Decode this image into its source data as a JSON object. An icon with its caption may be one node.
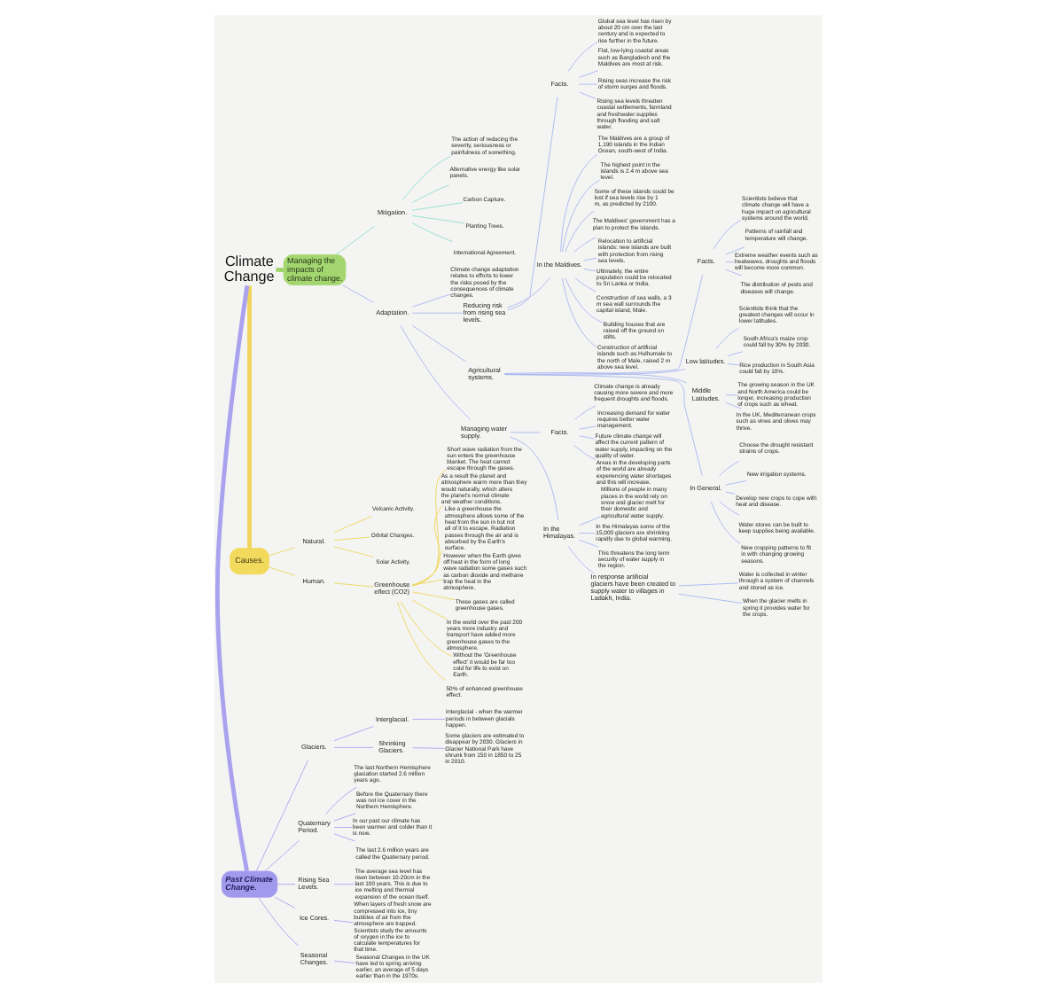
{
  "diagram": {
    "nodes": [
      {
        "text": [
          "Climate Change"
        ]
      },
      {
        "text": [
          "Causes."
        ]
      },
      {
        "text": [
          "Natural."
        ]
      },
      {
        "text": [
          "Volcanic Activity."
        ]
      },
      {
        "text": [
          "Orbital Changes."
        ]
      },
      {
        "text": [
          "Solar Activity."
        ]
      },
      {
        "text": [
          "Human."
        ]
      },
      {
        "text": [
          "Greenhouse effect (CO2)"
        ]
      },
      {
        "text": [
          "Short wave radiation from the sun enters the greenhouse blanket. The heat cannot escape through the gases."
        ]
      },
      {
        "text": [
          "As a result the planet and atmosphere warm more than they would naturally, which alters the planet's normal climate and weather conditions."
        ]
      },
      {
        "text": [
          "Like a greenhouse the atmosphere allows some of the heat from the sun in but not all of it to escape. Radiation passes through the air and is absorbed by the Earth's surface."
        ]
      },
      {
        "text": [
          "However when the Earth gives off heat in the form of long wave radiation some gases such as carbon dioxide and methane trap the heat in the atmosphere."
        ]
      },
      {
        "text": [
          "These gases are called greenhouse gases."
        ]
      },
      {
        "text": [
          "In the world over the past 200 years more industry and transport have added more greenhouse gases to the atmosphere."
        ]
      },
      {
        "text": [
          "Without the 'Greenhouse effect' it would be far too cold for life to exist on Earth."
        ]
      },
      {
        "text": [
          "50% of enhanced greenhouse effect."
        ]
      },
      {
        "text": [
          "Managing the impacts of climate change."
        ]
      },
      {
        "text": [
          "Mitigation."
        ]
      },
      {
        "text": [
          "The action of reducing the severity, seriousness or painfulness of something."
        ]
      },
      {
        "text": [
          "Alternative energy like solar panels."
        ]
      },
      {
        "text": [
          "Carbon Capture."
        ]
      },
      {
        "text": [
          "Planting Trees."
        ]
      },
      {
        "text": [
          "International Agreement."
        ]
      },
      {
        "text": [
          "Adaptation."
        ]
      },
      {
        "text": [
          "Climate change adaptation relates to efforts to lower the risks posed by the consequences of climate changes."
        ]
      },
      {
        "text": [
          "Reducing risk from rising sea levels."
        ]
      },
      {
        "text": [
          "Facts."
        ]
      },
      {
        "text": [
          "Global sea level has risen by about 20 cm over the last century and is expected to rise further in the future."
        ]
      },
      {
        "text": [
          "Flat, low-lying coastal areas such as Bangladesh and the Maldives are most at risk."
        ]
      },
      {
        "text": [
          "Rising seas increase the risk of storm surges and floods."
        ]
      },
      {
        "text": [
          "Rising sea levels threaten coastal settlements, farmland and freshwater supplies through flooding and salt water."
        ]
      },
      {
        "text": [
          "In the Maldives."
        ]
      },
      {
        "text": [
          "The Maldives are a group of 1,190 islands in the Indian Ocean, south-west of India."
        ]
      },
      {
        "text": [
          "The highest point in the islands is 2.4 m above sea level."
        ]
      },
      {
        "text": [
          "Some of these islands could be lost if sea levels rise by 1 m, as predicted by 2100."
        ]
      },
      {
        "text": [
          "The Maldives' government has a plan to protect the islands."
        ]
      },
      {
        "text": [
          "Relocation to artificial islands: new islands are built with protection from rising sea levels."
        ]
      },
      {
        "text": [
          "Ultimately, the entire population could be relocated to Sri Lanka or India."
        ]
      },
      {
        "text": [
          "Construction of sea walls, a 3 m sea wall surrounds the capital island, Male."
        ]
      },
      {
        "text": [
          "Building houses that are raised off the ground on stilts."
        ]
      },
      {
        "text": [
          "Construction of artificial islands such as Hulhumale to the north of Male, raised 2 m above sea level."
        ]
      },
      {
        "text": [
          "Agricultural systems."
        ]
      },
      {
        "text": [
          "Facts."
        ]
      },
      {
        "text": [
          "Scientists believe that climate change will have a huge impact on agricultural systems around the world."
        ]
      },
      {
        "text": [
          "Patterns of rainfall and temperature will change."
        ]
      },
      {
        "text": [
          "Extreme weather events such as heatwaves, droughts and floods will become more common."
        ]
      },
      {
        "text": [
          "The distribution of pests and diseases will change."
        ]
      },
      {
        "text": [
          "Low latitudes."
        ]
      },
      {
        "text": [
          "Scientists think that the greatest changes will occur in lower latitudes."
        ]
      },
      {
        "text": [
          "South Africa's maize crop could fall by 30% by 2030."
        ]
      },
      {
        "text": [
          "Rice production in South Asia could fall by 10%."
        ]
      },
      {
        "text": [
          "Middle Latitudes."
        ]
      },
      {
        "text": [
          "The growing season in the UK and North America could be longer, increasing production of crops such as wheat."
        ]
      },
      {
        "text": [
          "In the UK, Mediterranean crops such as vines and olives may thrive."
        ]
      },
      {
        "text": [
          "In General."
        ]
      },
      {
        "text": [
          "Choose the drought resistant strains of crops."
        ]
      },
      {
        "text": [
          "New irrigation systems."
        ]
      },
      {
        "text": [
          "Develop new crops to cope with heat and disease."
        ]
      },
      {
        "text": [
          "Water stores can be built to keep supplies being available."
        ]
      },
      {
        "text": [
          "New cropping patterns to fit in with changing growing seasons."
        ]
      },
      {
        "text": [
          "Managing water supply."
        ]
      },
      {
        "text": [
          "Facts."
        ]
      },
      {
        "text": [
          "Climate change is already causing more severe and more frequent droughts and floods."
        ]
      },
      {
        "text": [
          "Increasing demand for water requires better water management."
        ]
      },
      {
        "text": [
          "Future climate change will affect the current pattern of water supply, impacting on the quality of water."
        ]
      },
      {
        "text": [
          "Areas in the developing parts of the world are already experiencing water shortages and this will increase."
        ]
      },
      {
        "text": [
          "In the Himalayas."
        ]
      },
      {
        "text": [
          "Millions of people in many places in the world rely on snow and glacier melt for their domestic and agricultural water supply."
        ]
      },
      {
        "text": [
          "In the Himalayas some of the 15,000 glaciers are shrinking rapidly due to global warming."
        ]
      },
      {
        "text": [
          "This threatens the long term security of water supply in the region."
        ]
      },
      {
        "text": [
          "In response artificial glaciers have been created to supply water to villages in Ladakh, India."
        ]
      },
      {
        "text": [
          "Water is collected in winter through a system of channels and stored as ice."
        ]
      },
      {
        "text": [
          "When the glacier melts in spring it provides water for the crops."
        ]
      },
      {
        "text": [
          "Past Climate Change."
        ]
      },
      {
        "text": [
          "Glaciers."
        ]
      },
      {
        "text": [
          "Interglacial."
        ]
      },
      {
        "text": [
          "Interglacial - when the warmer periods in between glacials happen."
        ]
      },
      {
        "text": [
          "Shrinking Glaciers."
        ]
      },
      {
        "text": [
          "Some glaciers are estimated to disappear by 2030. Glaciers in Glacier National Park have shrunk from 150 in 1850 to 25 in 2010."
        ]
      },
      {
        "text": [
          "Quaternary Period."
        ]
      },
      {
        "text": [
          "The last Northern Hemisphere glaciation started 2.6 million years ago."
        ]
      },
      {
        "text": [
          "Before the Quaternary there was not ice cover in the Northern Hemisphere."
        ]
      },
      {
        "text": [
          "In our past our climate has been warmer and colder than it is now."
        ]
      },
      {
        "text": [
          "The last 2.6 million years are called the Quaternary period."
        ]
      },
      {
        "text": [
          "Rising Sea Levels."
        ]
      },
      {
        "text": [
          "The average sea level has risen between 10-20cm in the last 100 years. This is due to ice melting and thermal expansion of the ocean itself."
        ]
      },
      {
        "text": [
          "Ice Cores."
        ]
      },
      {
        "text": [
          "When layers of fresh snow are compressed into ice, tiny bubbles of air from the atmosphere are trapped. Scientists study the amounts of oxygen in the ice to calculate temperatures for that time."
        ]
      },
      {
        "text": [
          "Seasonal Changes."
        ]
      },
      {
        "text": [
          "Seasonal Changes in the UK have led to spring arriving earlier, an average of 5 days earlier than in the 1970s."
        ]
      }
    ],
    "edges": [
      {
        "from": 0,
        "to": 1,
        "arrow": "none",
        "style": "thick",
        "color": "#efd55a"
      },
      {
        "from": 1,
        "to": 2,
        "arrow": "none",
        "color": "#efd55a"
      },
      {
        "from": 2,
        "to": 3,
        "arrow": "none",
        "color": "#efd55a"
      },
      {
        "from": 2,
        "to": 4,
        "arrow": "none",
        "color": "#efd55a"
      },
      {
        "from": 2,
        "to": 5,
        "arrow": "none",
        "color": "#efd55a"
      },
      {
        "from": 1,
        "to": 6,
        "arrow": "none",
        "color": "#efd55a"
      },
      {
        "from": 6,
        "to": 7,
        "arrow": "none",
        "color": "#efd55a"
      },
      {
        "from": 7,
        "to": 8,
        "arrow": "none",
        "color": "#efd55a"
      },
      {
        "from": 7,
        "to": 9,
        "arrow": "none",
        "color": "#efd55a"
      },
      {
        "from": 7,
        "to": 10,
        "arrow": "none",
        "color": "#efd55a"
      },
      {
        "from": 7,
        "to": 11,
        "arrow": "none",
        "color": "#efd55a"
      },
      {
        "from": 7,
        "to": 12,
        "arrow": "none",
        "color": "#efd55a"
      },
      {
        "from": 7,
        "to": 13,
        "arrow": "none",
        "color": "#efd55a"
      },
      {
        "from": 7,
        "to": 14,
        "arrow": "none",
        "color": "#efd55a"
      },
      {
        "from": 7,
        "to": 15,
        "arrow": "none",
        "color": "#efd55a"
      },
      {
        "from": 0,
        "to": 16,
        "arrow": "none",
        "style": "thick",
        "color": "#9fd46c"
      },
      {
        "from": 16,
        "to": 17,
        "arrow": "none",
        "color": "#8edfcf"
      },
      {
        "from": 17,
        "to": 18,
        "arrow": "none",
        "color": "#8edfcf"
      },
      {
        "from": 17,
        "to": 19,
        "arrow": "none",
        "color": "#8edfcf"
      },
      {
        "from": 17,
        "to": 20,
        "arrow": "none",
        "color": "#8edfcf"
      },
      {
        "from": 17,
        "to": 21,
        "arrow": "none",
        "color": "#8edfcf"
      },
      {
        "from": 17,
        "to": 22,
        "arrow": "none",
        "color": "#8edfcf"
      },
      {
        "from": 16,
        "to": 23,
        "arrow": "none"
      },
      {
        "from": 23,
        "to": 24,
        "arrow": "none"
      },
      {
        "from": 23,
        "to": 25,
        "arrow": "none"
      },
      {
        "from": 25,
        "to": 26,
        "arrow": "none"
      },
      {
        "from": 26,
        "to": 27,
        "arrow": "none"
      },
      {
        "from": 26,
        "to": 28,
        "arrow": "none"
      },
      {
        "from": 26,
        "to": 29,
        "arrow": "none"
      },
      {
        "from": 26,
        "to": 30,
        "arrow": "none"
      },
      {
        "from": 25,
        "to": 31,
        "arrow": "none"
      },
      {
        "from": 31,
        "to": 32,
        "arrow": "none"
      },
      {
        "from": 31,
        "to": 33,
        "arrow": "none"
      },
      {
        "from": 31,
        "to": 34,
        "arrow": "none"
      },
      {
        "from": 31,
        "to": 35,
        "arrow": "none"
      },
      {
        "from": 31,
        "to": 36,
        "arrow": "none"
      },
      {
        "from": 31,
        "to": 37,
        "arrow": "none"
      },
      {
        "from": 31,
        "to": 38,
        "arrow": "none"
      },
      {
        "from": 31,
        "to": 39,
        "arrow": "none"
      },
      {
        "from": 31,
        "to": 40,
        "arrow": "none"
      },
      {
        "from": 23,
        "to": 41,
        "arrow": "none"
      },
      {
        "from": 41,
        "to": 42,
        "arrow": "none"
      },
      {
        "from": 42,
        "to": 43,
        "arrow": "none"
      },
      {
        "from": 42,
        "to": 44,
        "arrow": "none"
      },
      {
        "from": 42,
        "to": 45,
        "arrow": "none"
      },
      {
        "from": 42,
        "to": 46,
        "arrow": "none"
      },
      {
        "from": 41,
        "to": 47,
        "arrow": "none"
      },
      {
        "from": 47,
        "to": 48,
        "arrow": "none"
      },
      {
        "from": 47,
        "to": 49,
        "arrow": "none"
      },
      {
        "from": 47,
        "to": 50,
        "arrow": "none"
      },
      {
        "from": 41,
        "to": 51,
        "arrow": "none"
      },
      {
        "from": 51,
        "to": 52,
        "arrow": "none"
      },
      {
        "from": 51,
        "to": 53,
        "arrow": "none"
      },
      {
        "from": 41,
        "to": 54,
        "arrow": "none"
      },
      {
        "from": 54,
        "to": 55,
        "arrow": "none"
      },
      {
        "from": 54,
        "to": 56,
        "arrow": "none"
      },
      {
        "from": 54,
        "to": 57,
        "arrow": "none"
      },
      {
        "from": 54,
        "to": 58,
        "arrow": "none"
      },
      {
        "from": 54,
        "to": 59,
        "arrow": "none"
      },
      {
        "from": 23,
        "to": 60,
        "arrow": "none"
      },
      {
        "from": 60,
        "to": 61,
        "arrow": "none"
      },
      {
        "from": 61,
        "to": 62,
        "arrow": "none"
      },
      {
        "from": 61,
        "to": 63,
        "arrow": "none"
      },
      {
        "from": 61,
        "to": 64,
        "arrow": "none"
      },
      {
        "from": 61,
        "to": 65,
        "arrow": "none"
      },
      {
        "from": 60,
        "to": 66,
        "arrow": "none"
      },
      {
        "from": 66,
        "to": 67,
        "arrow": "none"
      },
      {
        "from": 66,
        "to": 68,
        "arrow": "none"
      },
      {
        "from": 66,
        "to": 69,
        "arrow": "none"
      },
      {
        "from": 66,
        "to": 70,
        "arrow": "none"
      },
      {
        "from": 70,
        "to": 71,
        "arrow": "none"
      },
      {
        "from": 70,
        "to": 72,
        "arrow": "none"
      },
      {
        "from": 0,
        "to": 73,
        "arrow": "none",
        "style": "thick",
        "color": "#aaa2ee"
      },
      {
        "from": 73,
        "to": 74,
        "arrow": "none",
        "color": "#aaa2ee"
      },
      {
        "from": 74,
        "to": 75,
        "arrow": "none",
        "color": "#aaa2ee"
      },
      {
        "from": 75,
        "to": 76,
        "arrow": "none",
        "color": "#aaa2ee"
      },
      {
        "from": 74,
        "to": 77,
        "arrow": "none",
        "color": "#aaa2ee"
      },
      {
        "from": 77,
        "to": 78,
        "arrow": "none",
        "color": "#aaa2ee"
      },
      {
        "from": 73,
        "to": 79,
        "arrow": "none",
        "color": "#aaa2ee"
      },
      {
        "from": 79,
        "to": 80,
        "arrow": "none",
        "color": "#aaa2ee"
      },
      {
        "from": 79,
        "to": 81,
        "arrow": "none",
        "color": "#aaa2ee"
      },
      {
        "from": 79,
        "to": 82,
        "arrow": "none",
        "color": "#aaa2ee"
      },
      {
        "from": 79,
        "to": 83,
        "arrow": "none",
        "color": "#aaa2ee"
      },
      {
        "from": 73,
        "to": 84,
        "arrow": "none",
        "color": "#aaa2ee"
      },
      {
        "from": 84,
        "to": 85,
        "arrow": "none",
        "color": "#aaa2ee"
      },
      {
        "from": 73,
        "to": 86,
        "arrow": "none",
        "color": "#aaa2ee"
      },
      {
        "from": 86,
        "to": 87,
        "arrow": "none",
        "color": "#aaa2ee"
      },
      {
        "from": 73,
        "to": 88,
        "arrow": "none",
        "color": "#aaa2ee"
      },
      {
        "from": 88,
        "to": 89,
        "arrow": "none",
        "color": "#aaa2ee"
      }
    ]
  }
}
